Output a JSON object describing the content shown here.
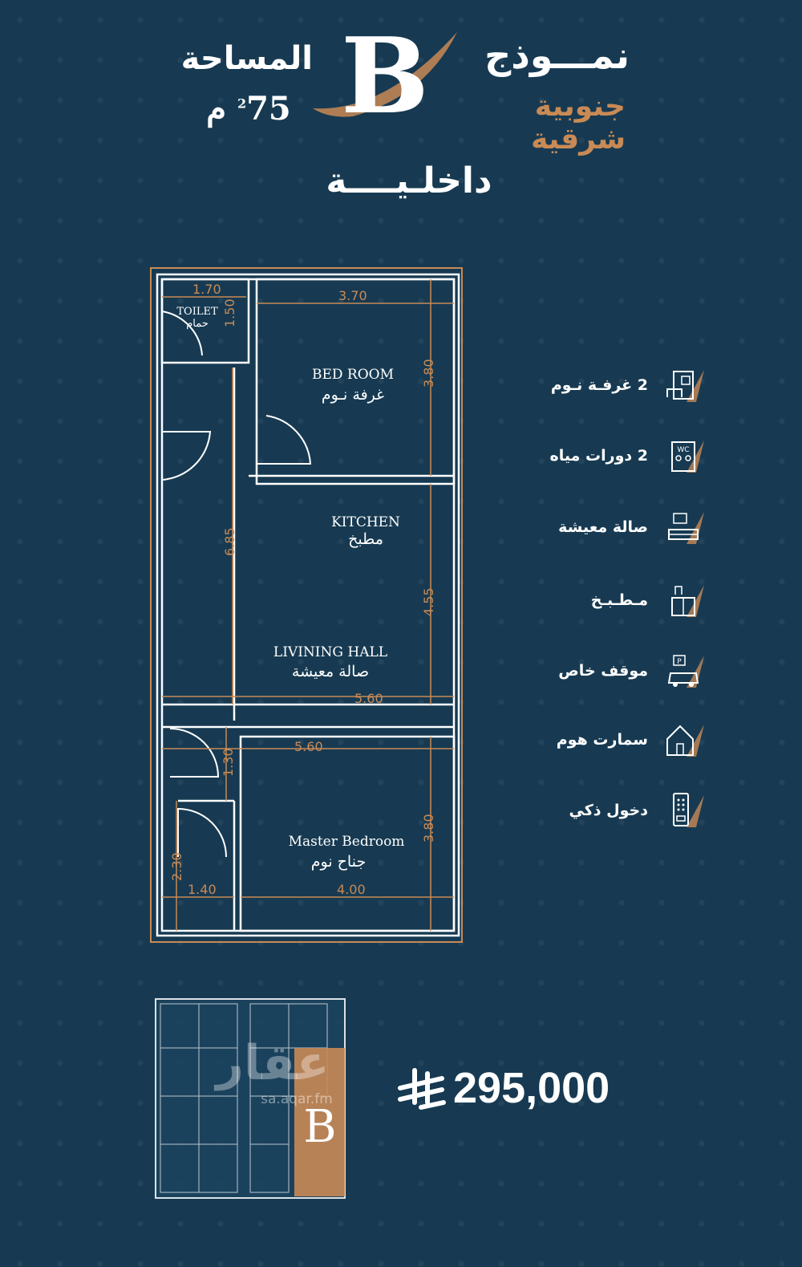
{
  "header": {
    "model_label": "نمـــوذج",
    "model_letter": "B",
    "orientation": "جنوبية شرقية",
    "area_label": "المساحة",
    "area_value": "75 م",
    "area_unit_sup": "2",
    "unit_type": "داخلـيــــة"
  },
  "plan": {
    "rooms": {
      "toilet_en": "TOILET",
      "toilet_ar": "حمام",
      "bedroom_en": "BED  ROOM",
      "bedroom_ar": "غرفة  نـوم",
      "kitchen_en": "KITCHEN",
      "kitchen_ar": "مطبخ",
      "living_en": "LIVINING  HALL",
      "living_ar": "صالة  معيشة",
      "master_en": "Master  Bedroom",
      "master_ar": "جناح نوم"
    },
    "dims": {
      "d1": "1.70",
      "d2": "1.50",
      "d3": "3.70",
      "d4": "3.80",
      "d5": "6.85",
      "d6": "4.55",
      "d7": "5.60",
      "d8": "5.60",
      "d9": "1.30",
      "d10": "3.80",
      "d11": "2.30",
      "d12": "1.40",
      "d13": "4.00"
    }
  },
  "features": [
    {
      "label": "2 غرفـة نـوم",
      "icon": "bedroom-icon"
    },
    {
      "label": "2 دورات مياه",
      "icon": "wc-icon"
    },
    {
      "label": "صالة معيشة",
      "icon": "living-room-icon"
    },
    {
      "label": "مـطـبـخ",
      "icon": "kitchen-icon"
    },
    {
      "label": "موقف خاص",
      "icon": "parking-icon"
    },
    {
      "label": "سمارت هوم",
      "icon": "smart-home-icon"
    },
    {
      "label": "دخول ذكي",
      "icon": "smart-entry-icon"
    }
  ],
  "thumbnail": {
    "watermark_ar": "عقار",
    "watermark_url": "sa.aqar.fm",
    "letter": "B"
  },
  "price": {
    "value": "295,000",
    "currency_icon": "saudi-riyal-icon"
  },
  "colors": {
    "background": "#173a52",
    "accent": "#c98a55",
    "text": "#ffffff"
  }
}
